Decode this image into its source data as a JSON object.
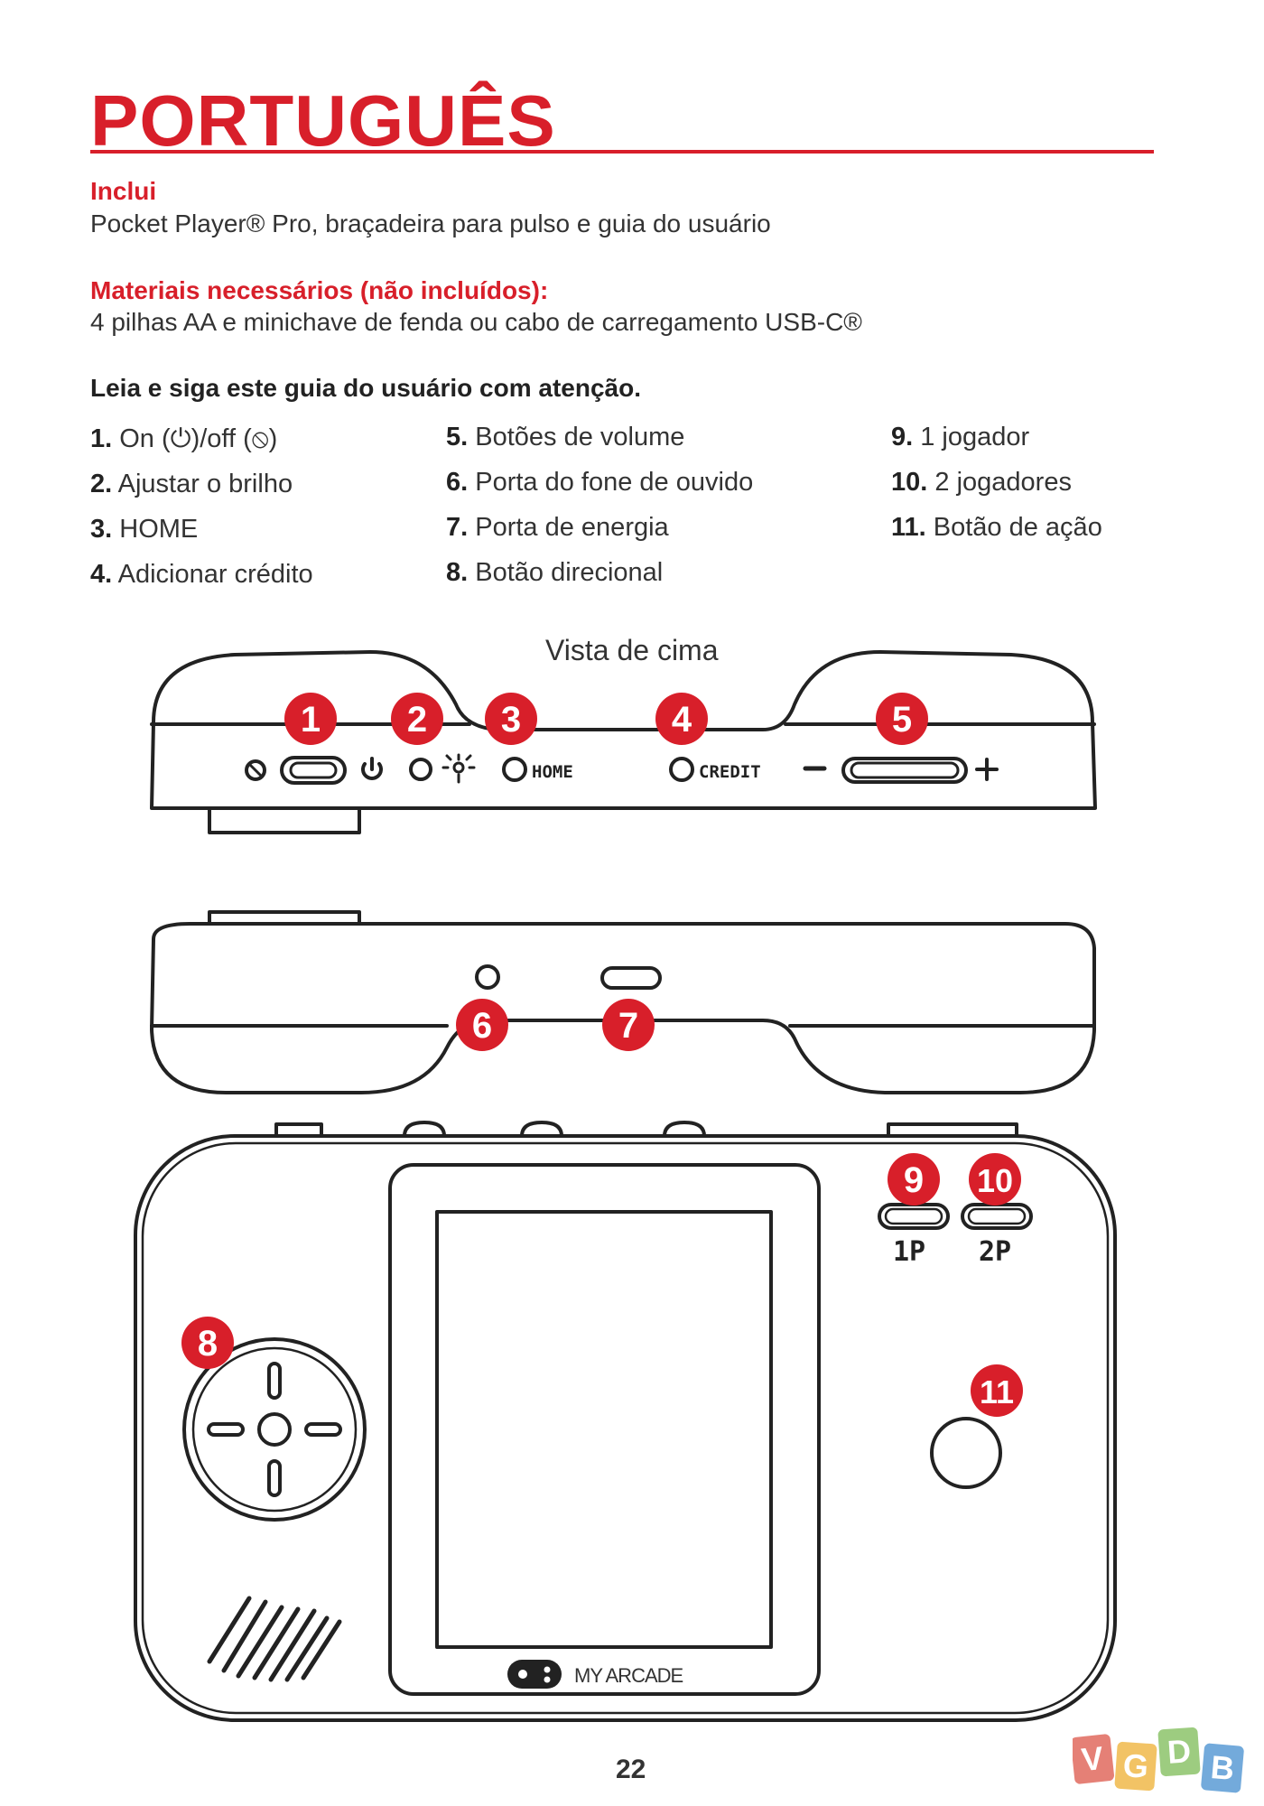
{
  "title": "PORTUGUÊS",
  "includes": {
    "heading": "Inclui",
    "text": "Pocket Player® Pro, braçadeira para pulso e guia do usuário"
  },
  "materials": {
    "heading": "Materiais necessários (não incluídos):",
    "text": "4 pilhas AA e minichave de fenda ou cabo de carregamento USB-C®"
  },
  "read_note": "Leia e siga este guia do usuário com atenção.",
  "legend": [
    {
      "num": "1.",
      "label": " On (⏻)/off (⦸)"
    },
    {
      "num": "2.",
      "label": " Ajustar o brilho"
    },
    {
      "num": "3.",
      "label": " HOME"
    },
    {
      "num": "4.",
      "label": " Adicionar crédito"
    },
    {
      "num": "5.",
      "label": " Botões de volume"
    },
    {
      "num": "6.",
      "label": " Porta do fone de ouvido"
    },
    {
      "num": "7.",
      "label": " Porta de energia"
    },
    {
      "num": "8.",
      "label": " Botão direcional"
    },
    {
      "num": "9.",
      "label": " 1 jogador"
    },
    {
      "num": "10.",
      "label": " 2 jogadores"
    },
    {
      "num": "11.",
      "label": " Botão de ação"
    }
  ],
  "top_view_label": "Vista de cima",
  "device_labels": {
    "home": "HOME",
    "credit": "CREDIT",
    "p1": "1P",
    "p2": "2P",
    "brand": "MY ARCADE"
  },
  "callouts": [
    "1",
    "2",
    "3",
    "4",
    "5",
    "6",
    "7",
    "8",
    "9",
    "10",
    "11"
  ],
  "page_number": "22",
  "watermark": "VGDB",
  "colors": {
    "accent": "#d81f2a",
    "outline": "#222222"
  }
}
